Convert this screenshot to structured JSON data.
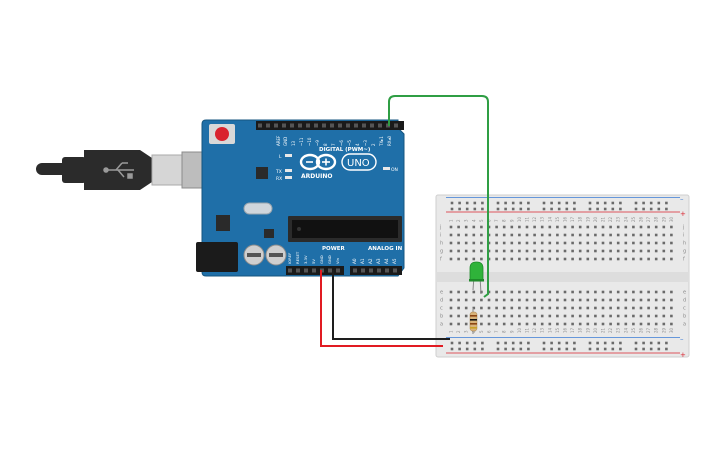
{
  "colors": {
    "board": "#1f6fa8",
    "board_dark": "#14557f",
    "breadboard": "#e9e9e9",
    "rail_red": "#d9232e",
    "rail_blue": "#3a7bd5",
    "wire_red": "#e11b22",
    "wire_black": "#1e1e1e",
    "wire_green": "#2f9e44",
    "led": "#2fb33a",
    "usb": "#2b2b2b"
  },
  "arduino": {
    "aref": "AREF",
    "gnd": "GND",
    "pins_top": [
      "13",
      "~11",
      "~10",
      "~9",
      "8",
      "7",
      "~6",
      "~5",
      "4",
      "~3",
      "2",
      "TX▸1",
      "RX◂0"
    ],
    "digital_label": "DIGITAL (PWM~)",
    "brand": "ARDUINO",
    "model": "UNO",
    "led_l": "L",
    "led_tx": "TX",
    "led_rx": "RX",
    "on_label": "ON",
    "power_label": "POWER",
    "analog_label": "ANALOG IN",
    "power_pins": [
      "IOREF",
      "RESET",
      "3.3V",
      "5V",
      "GND",
      "GND",
      "Vin"
    ],
    "analog_pins": [
      "A0",
      "A1",
      "A2",
      "A3",
      "A4",
      "A5"
    ]
  },
  "breadboard": {
    "rows_top": [
      "j",
      "i",
      "h",
      "g",
      "f"
    ],
    "rows_bottom": [
      "e",
      "d",
      "c",
      "b",
      "a"
    ],
    "column_count": 30,
    "plus": "+",
    "minus": "–"
  },
  "components": {
    "led": "led",
    "resistor": "resistor",
    "usb": "usb-b"
  }
}
